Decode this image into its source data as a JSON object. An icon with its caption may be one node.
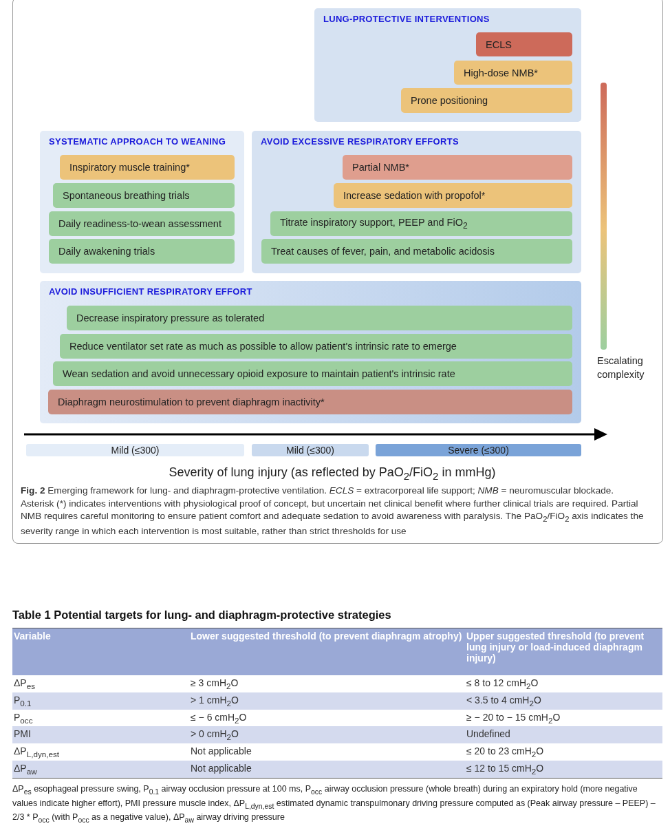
{
  "diagram": {
    "caption": "**Fig. 2** Emerging framework for lung- and diaphragm-protective ventilation. *ECLS* = extracorporeal life support; *NMB* = neuromuscular blockade. Asterisk (*) indicates interventions with physiological proof of concept, but uncertain net clinical benefit where further clinical trials are required. Partial NMB requires careful monitoring to ensure patient comfort and adequate sedation to avoid awareness with paralysis. The PaO$_{2}$/FiO$_{2}$ axis indicates the severity range in which each intervention is most suitable, rather than strict thresholds for use",
    "nodes": [
      {
        "text": [
          "LUNG-PROTECTIVE INTERVENTIONS"
        ]
      },
      {
        "text": [
          "ECLS"
        ],
        "in": 0
      },
      {
        "text": [
          "High-dose NMB*"
        ],
        "in": 0
      },
      {
        "text": [
          "Prone positioning"
        ],
        "in": 0
      },
      {
        "text": [
          "SYSTEMATIC APPROACH TO WEANING"
        ]
      },
      {
        "text": [
          "Inspiratory muscle training*"
        ],
        "in": 4
      },
      {
        "text": [
          "Spontaneous breathing trials"
        ],
        "in": 4
      },
      {
        "text": [
          "Daily readiness-to-wean assessment"
        ],
        "in": 4
      },
      {
        "text": [
          "Daily awakening trials"
        ],
        "in": 4
      },
      {
        "text": [
          "AVOID EXCESSIVE RESPIRATORY EFFORTS"
        ]
      },
      {
        "text": [
          "Partial NMB*"
        ],
        "in": 9
      },
      {
        "text": [
          "Increase sedation with propofol*"
        ],
        "in": 9
      },
      {
        "text": [
          "Titrate inspiratory support, PEEP and FiO$_{2}$"
        ],
        "in": 9
      },
      {
        "text": [
          "Treat causes of fever, pain, and metabolic acidosis"
        ],
        "in": 9
      },
      {
        "text": [
          "AVOID INSUFFICIENT RESPIRATORY EFFORT"
        ]
      },
      {
        "text": [
          "Decrease inspiratory pressure as tolerated"
        ],
        "in": 14
      },
      {
        "text": [
          "Reduce ventilator set rate as much as possible to allow patient's intrinsic rate to emerge"
        ],
        "in": 14
      },
      {
        "text": [
          "Wean sedation and avoid unnecessary opioid exposure to maintain patient's intrinsic rate"
        ],
        "in": 14
      },
      {
        "text": [
          "Diaphragm neurostimulation to prevent diaphragm inactivity*"
        ],
        "in": 14
      },
      {
        "text": [
          "Mild (≤300)"
        ]
      },
      {
        "text": [
          "Mild (≤300)"
        ]
      },
      {
        "text": [
          "Severe (≤300)"
        ]
      }
    ],
    "labels": [
      "Escalating complexity",
      "Severity of lung injury (as reflected by PaO$_{2}$/FiO$_{2}$ in mmHg)",
      "Table 1 Potential targets for lung- and diaphragm-protective strategies",
      "Variable",
      "Lower suggested threshold (to prevent diaphragm atrophy)",
      "Upper suggested threshold (to prevent lung injury or load-induced diaphragm injury)",
      "ΔP$_{es}$",
      "≥ 3 cmH$_{2}$O",
      "≤ 8 to 12 cmH$_{2}$O",
      "P$_{0.1}$",
      "> 1 cmH$_{2}$O",
      "< 3.5 to 4 cmH$_{2}$O",
      "P$_{occ}$",
      "≤ − 6 cmH$_{2}$O",
      "≥ − 20 to − 15 cmH$_{2}$O",
      "PMI",
      "> 0 cmH$_{2}$O",
      "Undefined",
      "ΔP$_{L,dyn,est}$",
      "Not applicable",
      "≤ 20 to 23 cmH$_{2}$O",
      "ΔP$_{aw}$",
      "Not applicable",
      "≤ 12 to 15 cmH$_{2}$O",
      "ΔP$_{es}$ esophageal pressure swing, P$_{0.1}$ airway occlusion pressure at 100 ms, P$_{occ}$ airway occlusion pressure (whole breath) during an expiratory hold (more negative values indicate higher effort), PMI pressure muscle index, ΔP$_{L,dyn,est}$ estimated dynamic transpulmonary driving pressure computed as (Peak airway pressure – PEEP) – 2/3 * P$_{occ}$ (with P$_{occ}$ as a negative value), ΔP$_{aw}$ airway driving pressure"
    ]
  }
}
